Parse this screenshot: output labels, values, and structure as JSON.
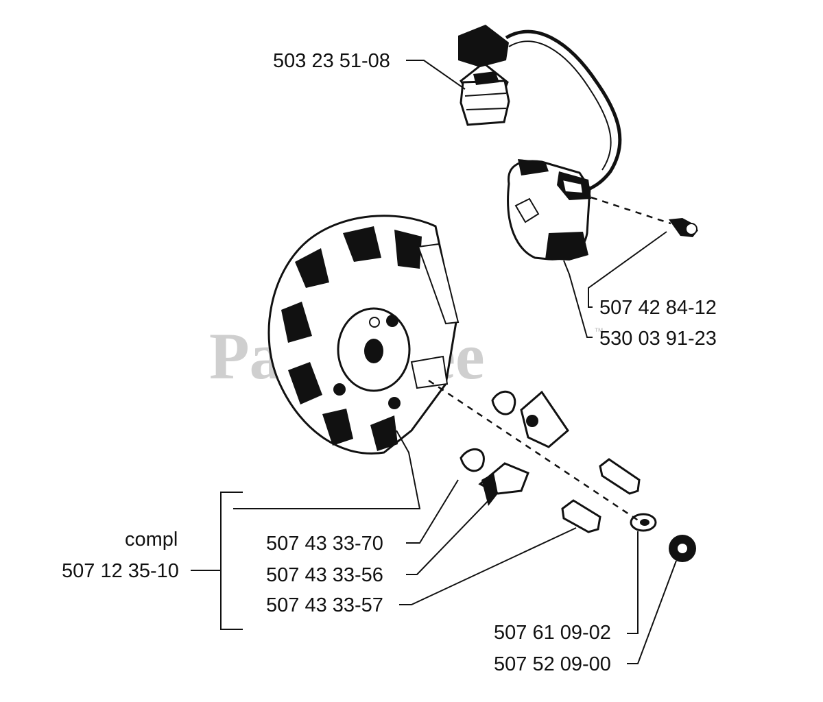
{
  "watermark": {
    "text": "PartsTree",
    "trademark": "™"
  },
  "labels": {
    "plug_cap": "503 23 51-08",
    "screw": "507 42 84-12",
    "ignition_module": "530 03 91-23",
    "compl_word": "compl",
    "compl_number": "507 12 35-10",
    "spring": "507 43 33-70",
    "pawl": "507 43 33-56",
    "pin": "507 43 33-57",
    "washer": "507 61 09-02",
    "nut": "507 52 09-00"
  }
}
